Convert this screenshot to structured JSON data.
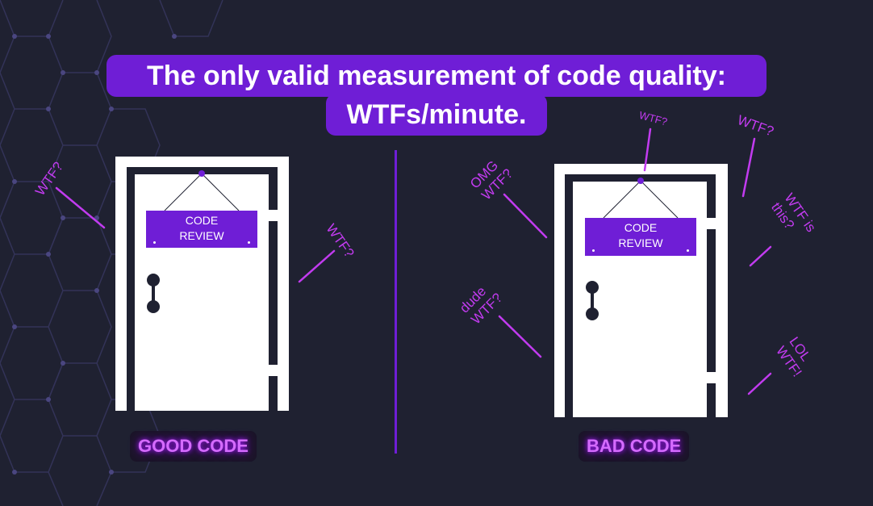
{
  "title": {
    "line1": "The only valid measurement of code quality:",
    "line2": "WTFs/minute."
  },
  "colors": {
    "background": "#1f2131",
    "accent": "#6f1ed6",
    "exclaim": "#c23bf0",
    "label_glow": "#d56bff",
    "door": "#ffffff",
    "frame": "#1f2131"
  },
  "good": {
    "sign_line1": "CODE",
    "sign_line2": "REVIEW",
    "label": "GOOD CODE",
    "exclamations": [
      {
        "lines": [
          "WTF?"
        ]
      },
      {
        "lines": [
          "WTF?"
        ]
      }
    ]
  },
  "bad": {
    "sign_line1": "CODE",
    "sign_line2": "REVIEW",
    "label": "BAD CODE",
    "exclamations": [
      {
        "lines": [
          "WTF?"
        ]
      },
      {
        "lines": [
          "WTF?"
        ]
      },
      {
        "lines": [
          "OMG",
          "WTF?"
        ]
      },
      {
        "lines": [
          "WTF is",
          "this?"
        ]
      },
      {
        "lines": [
          "dude",
          "WTF?"
        ]
      },
      {
        "lines": [
          "LOL",
          "WTF!"
        ]
      }
    ]
  }
}
